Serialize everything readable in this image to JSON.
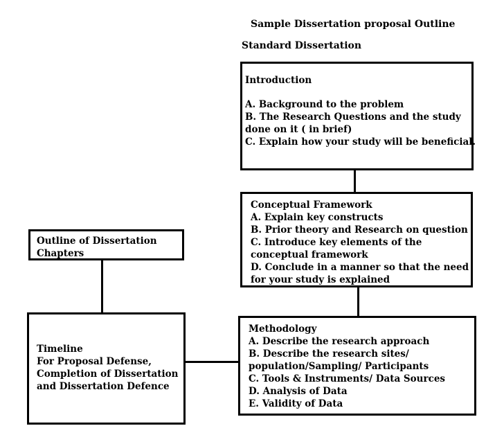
{
  "header": {
    "title": "Sample Dissertation proposal Outline",
    "subtitle": "Standard Dissertation"
  },
  "boxes": {
    "introduction": {
      "heading": "Introduction",
      "items": [
        "A. Background to the problem",
        "B. The Research Questions and the study",
        "done on it ( in brief)",
        "C. Explain how your study will be beneficial."
      ]
    },
    "conceptual": {
      "heading": "Conceptual Framework",
      "items": [
        "A. Explain key constructs",
        "B. Prior theory and Research on question",
        "C. Introduce key elements of the",
        "conceptual framework",
        "D. Conclude in a manner so that the need",
        "for your study is explained"
      ]
    },
    "outline": {
      "lines": [
        "Outline of Dissertation",
        "Chapters"
      ]
    },
    "timeline": {
      "lines": [
        "Timeline",
        "For Proposal Defense,",
        "Completion of Dissertation",
        "and Dissertation Defence"
      ]
    },
    "methodology": {
      "heading": "Methodology",
      "items": [
        "A. Describe the research approach",
        "B. Describe the research sites/",
        "population/Sampling/ Participants",
        "C. Tools & Instruments/ Data Sources",
        "D. Analysis of Data",
        "E. Validity of Data"
      ]
    }
  }
}
